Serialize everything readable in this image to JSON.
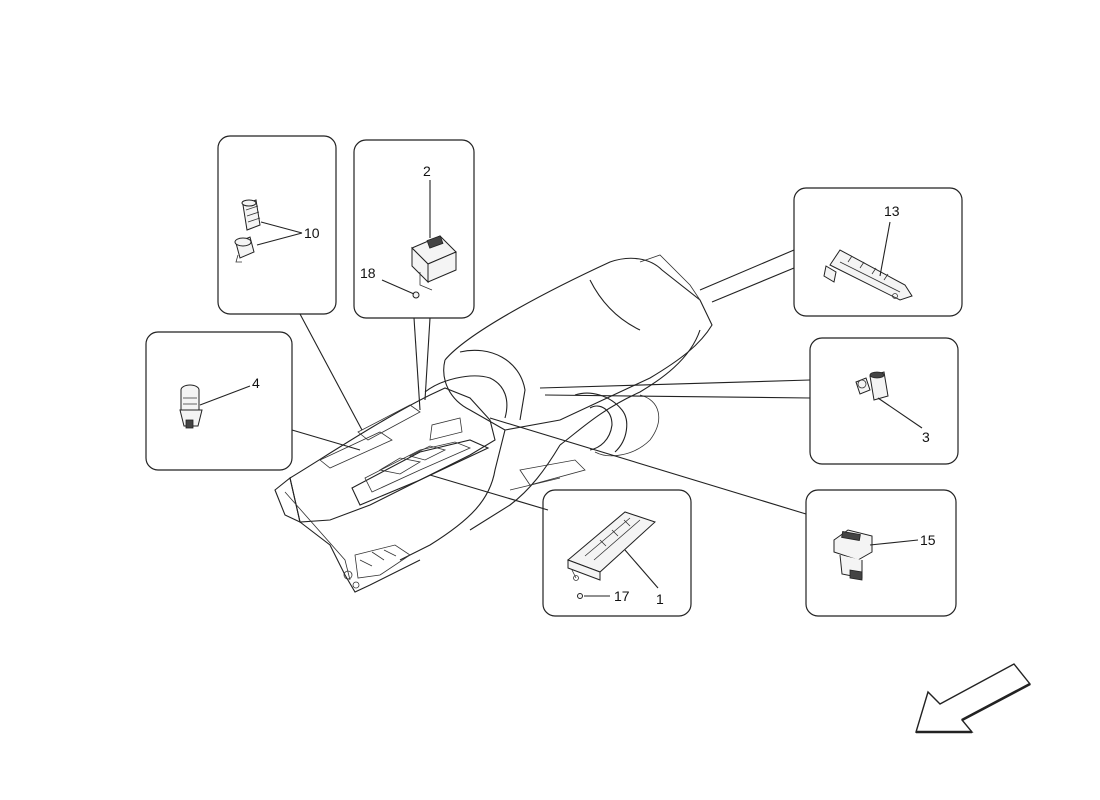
{
  "callouts": {
    "c10": "10",
    "c2": "2",
    "c18": "18",
    "c4": "4",
    "c13": "13",
    "c3": "3",
    "c1": "1",
    "c17": "17",
    "c15": "15"
  },
  "icons": {
    "direction": "front-direction-arrow-icon"
  }
}
